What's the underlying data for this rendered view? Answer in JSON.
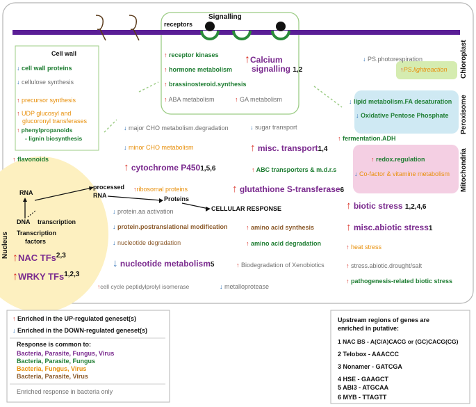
{
  "colors": {
    "up": "#d93025",
    "down": "#2e6fb5",
    "membrane": "#5a1e96",
    "nucleus": "#fdf0c0",
    "chloroplast": "#d5ecb0",
    "peroxisome": "#cfe9f3",
    "mitochondria": "#f4cfe3"
  },
  "signalling": {
    "title": "Signalling",
    "receptors": "receptors",
    "items": [
      {
        "arrow": "up",
        "text": "receptor kinases"
      },
      {
        "arrow": "up",
        "text": "hormone metabolism"
      },
      {
        "arrow": "up",
        "text": "brassinosteroid.synthesis"
      },
      {
        "arrow": "up",
        "text": "ABA metabolism"
      },
      {
        "arrow": "up",
        "text": "GA metabolism"
      }
    ],
    "calcium": "Calcium",
    "calcium2": "signalling",
    "calcium_sup": "1,2"
  },
  "cellwall": {
    "title": "Cell wall",
    "items": [
      {
        "arrow": "down",
        "text": "cell wall proteins"
      },
      {
        "arrow": "down",
        "text": "cellulose synthesis"
      },
      {
        "arrow": "up",
        "text": "precursor synthesis"
      },
      {
        "arrow": "up",
        "text": "UDP glucosyl and"
      },
      {
        "text": "glucoronyl transferases"
      },
      {
        "arrow": "up",
        "text": "phenylpropanoids"
      },
      {
        "text": "- lignin biosynthesis"
      }
    ],
    "flavonoids": "flavonoids"
  },
  "organelles": {
    "chloroplast": "Chloroplast",
    "peroxisome": "Peroxisome",
    "mitochondria": "Mitochondria",
    "nucleus": "Nucleus"
  },
  "right": {
    "ps_photo": "PS.photorespiration",
    "ps_light": "PS.lightreaction",
    "lipid": "lipid metabolism.FA desaturation",
    "opp": "Oxidative Pentose Phosphate",
    "ferm": "fermentation.ADH",
    "redox": "redox.regulation",
    "cofactor": "Co-factor & vitamine metabolism",
    "biotic": "biotic stress",
    "biotic_sup": "1,2,4,6",
    "miscab": "misc.abiotic stress",
    "miscab_sup": "1",
    "heat": "heat stress",
    "drought": "stress.abiotic.drought/salt",
    "patho": "pathogenesis-related biotic stress"
  },
  "middle": {
    "majorcho": "major CHO metabolism.degradation",
    "minorcho": "minor CHO metabolism",
    "cyt": "cytochrome P450",
    "cyt_sup": "1,5,6",
    "sugar": "sugar transport",
    "misct": "misc. transport",
    "misct_sup": "1,4",
    "abc": "ABC transporters & m.d.r.s",
    "gst": "glutathione S-transferase",
    "gst_sup": "6",
    "ribo": "ribosomal proteins",
    "proc": "processed",
    "rna2": "RNA",
    "proteins": "Proteins",
    "cellresp": "CELLULAR RESPONSE",
    "protaa": "protein.aa activation",
    "protpost": "protein.postranslational modification",
    "nucdeg": "nucleotide degradation",
    "nucmet": "nucleotide metabolism",
    "nucmet_sup": "5",
    "aasyn": "amino acid synthesis",
    "aadeg": "amino acid degradation",
    "xeno": "Biodegradation of Xenobiotics",
    "ccp": "cell cycle peptidylprolyl isomerase",
    "metallo": "metalloprotease"
  },
  "nucleus": {
    "rna": "RNA",
    "dna": "DNA",
    "transc": "transcription",
    "transc2": "Transcription",
    "factors": "factors",
    "nac": "NAC TFs",
    "nac_sup": "2,3",
    "wrky": "WRKY TFs",
    "wrky_sup": "1,2,3"
  },
  "legend": {
    "up": "Enriched in the UP-regulated geneset(s)",
    "down": "Enriched in the DOWN-regulated geneset(s)",
    "common": "Response is common to:",
    "c1": "Bacteria, Parasite, Fungus, Virus",
    "c2": "Bacteria, Parasite, Fungus",
    "c3": "Bacteria, Fungus, Virus",
    "c4": "Bacteria, Parasite, Virus",
    "bact": "Enriched response in bacteria only"
  },
  "upstream": {
    "title1": "Upstream regions of genes are",
    "title2": "enriched in putative:",
    "m1": "1 NAC BS - A(C/A)CACG or (GC)CACG(CG)",
    "m2": "2 Telobox - AAACCC",
    "m3": "3 Nonamer - GATCGA",
    "m4": "4 HSE - GAAGCT",
    "m5": "5 ABI3 - ATGCAA",
    "m6": "6 MYB - TTAGTT"
  }
}
